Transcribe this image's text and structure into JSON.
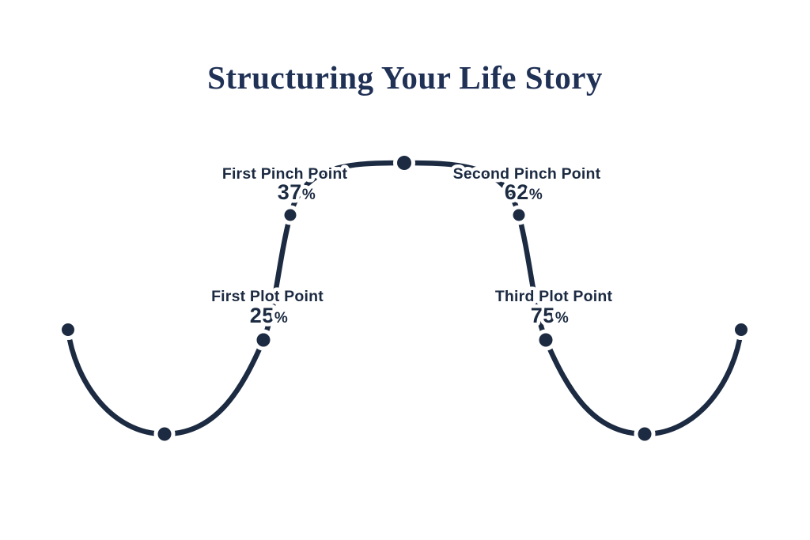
{
  "title": "Structuring Your Life Story",
  "colors": {
    "ink": "#1c2b42",
    "title_ink": "#203156",
    "background": "#ffffff"
  },
  "diagram": {
    "type": "story-structure-wave",
    "points": {
      "first_pinch": {
        "label": "First Pinch Point",
        "value": "37",
        "unit": "%"
      },
      "second_pinch": {
        "label": "Second Pinch Point",
        "value": "62",
        "unit": "%"
      },
      "first_plot": {
        "label": "First Plot Point",
        "value": "25",
        "unit": "%"
      },
      "third_plot": {
        "label": "Third Plot Point",
        "value": "75",
        "unit": "%"
      }
    }
  },
  "chart_data": {
    "type": "line",
    "title": "Structuring Your Life Story",
    "annotated_points": [
      {
        "label": "First Plot Point",
        "value_pct": 25
      },
      {
        "label": "First Pinch Point",
        "value_pct": 37
      },
      {
        "label": "Second Pinch Point",
        "value_pct": 62
      },
      {
        "label": "Third Plot Point",
        "value_pct": 75
      }
    ],
    "unlabeled_marker_count": 5,
    "total_marker_count": 9
  }
}
